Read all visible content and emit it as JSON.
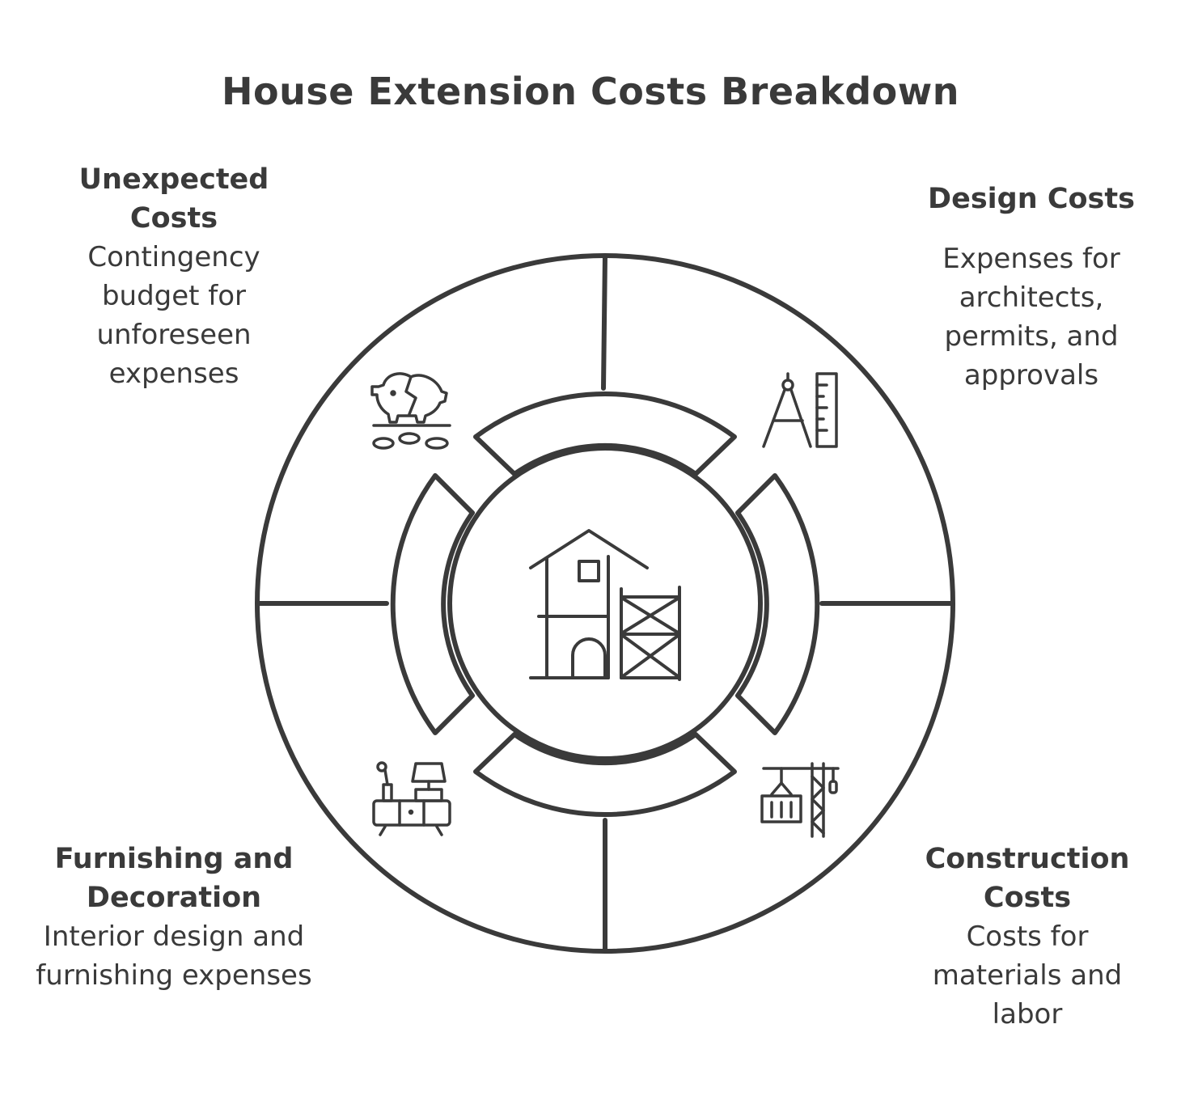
{
  "title": "House Extension Costs Breakdown",
  "segments": [
    {
      "id": "unexpected",
      "heading": "Unexpected Costs",
      "description": "Contingency budget for unforeseen expenses",
      "icon": "broken-piggy-bank-icon"
    },
    {
      "id": "design",
      "heading": "Design Costs",
      "description": "Expenses for architects, permits, and approvals",
      "icon": "compass-ruler-icon"
    },
    {
      "id": "furnishing",
      "heading": "Furnishing and Decoration",
      "description": "Interior design and furnishing expenses",
      "icon": "furniture-lamp-icon"
    },
    {
      "id": "construction",
      "heading": "Construction Costs",
      "description": "Costs for materials and labor",
      "icon": "crane-container-icon"
    }
  ],
  "center_icon": "house-scaffolding-icon",
  "colors": {
    "stroke": "#3a3a3a",
    "background": "#ffffff"
  }
}
